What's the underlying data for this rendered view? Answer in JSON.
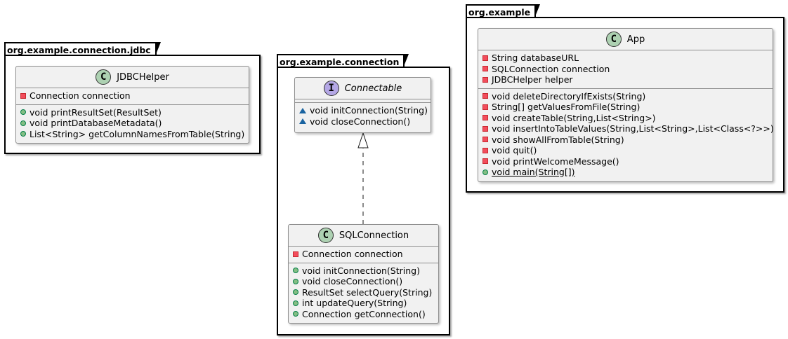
{
  "packages": {
    "jdbc": {
      "name": "org.example.connection.jdbc"
    },
    "connection": {
      "name": "org.example.connection"
    },
    "example": {
      "name": "org.example"
    }
  },
  "classes": {
    "jdbchelper": {
      "stereotype": "C",
      "name": "JDBCHelper",
      "fields": [
        "Connection connection"
      ],
      "methods": [
        "void printResultSet(ResultSet)",
        "void printDatabaseMetadata()",
        "List<String> getColumnNamesFromTable(String)"
      ]
    },
    "connectable": {
      "stereotype": "I",
      "name": "Connectable",
      "methods": [
        "void initConnection(String)",
        "void closeConnection()"
      ]
    },
    "sqlconnection": {
      "stereotype": "C",
      "name": "SQLConnection",
      "fields": [
        "Connection connection"
      ],
      "methods": [
        "void initConnection(String)",
        "void closeConnection()",
        "ResultSet selectQuery(String)",
        "int updateQuery(String)",
        "Connection getConnection()"
      ]
    },
    "app": {
      "stereotype": "C",
      "name": "App",
      "fields": [
        "String databaseURL",
        "SQLConnection connection",
        "JDBCHelper helper"
      ],
      "methods": [
        "void deleteDirectoryIfExists(String)",
        "String[] getValuesFromFile(String)",
        "void createTable(String,List<String>)",
        "void insertIntoTableValues(String,List<String>,List<Class<?>>)",
        "void showAllFromTable(String)",
        "void quit()",
        "void printWelcomeMessage()",
        "void main(String[])"
      ]
    }
  },
  "colors": {
    "class_fill": "#f1f1f1",
    "class_icon": "#add1b2",
    "interface_icon": "#b4a7e5",
    "public": "#84be84",
    "private": "#f24d5c",
    "package_visibility": "#1963a0"
  }
}
